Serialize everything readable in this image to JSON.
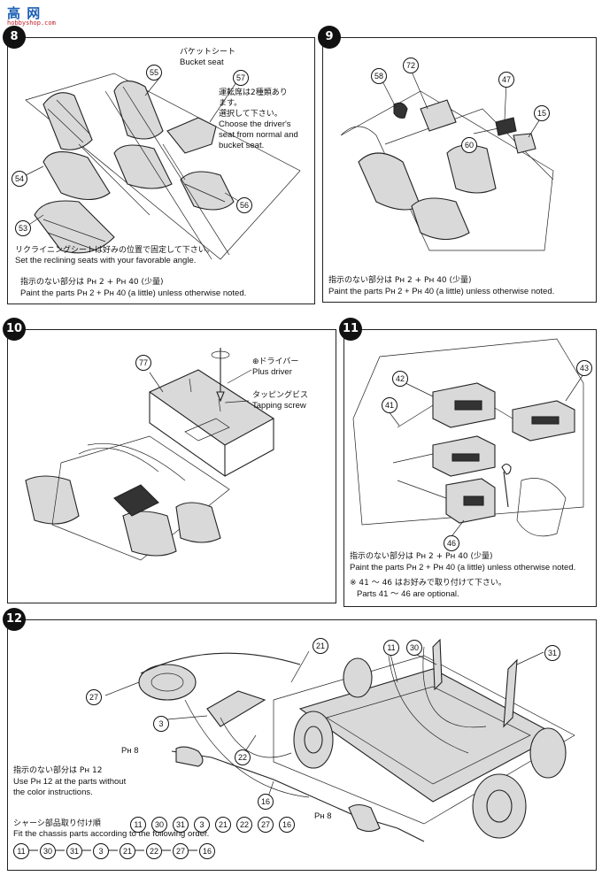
{
  "watermark": {
    "text": "高 网",
    "sub": "hobbyshop.com"
  },
  "panels": {
    "p8": {
      "step": "8",
      "bucket_jp": "バケットシート",
      "bucket_en": "Bucket seat",
      "driver_jp_1": "運転席は2種類あり",
      "driver_jp_2": "ます。",
      "driver_jp_3": "選択して下さい。",
      "driver_en_1": "Choose the driver's",
      "driver_en_2": "seat from normal and",
      "driver_en_3": "bucket seat.",
      "recline_jp": "リクライニングシートは好みの位置で固定して下さい。",
      "recline_en": "Set the reclining seats with your favorable angle.",
      "paint_jp": "指示のない部分は Pн 2 + Pн 40 (少量)",
      "paint_en": "Paint the parts Pн 2 + Pн 40 (a little) unless otherwise noted.",
      "callouts": [
        "55",
        "57",
        "54",
        "53",
        "56"
      ]
    },
    "p9": {
      "step": "9",
      "paint_jp": "指示のない部分は Pн 2 + Pн 40 (少量)",
      "paint_en": "Paint the parts Pн 2 + Pн 40 (a little) unless otherwise noted.",
      "callouts": [
        "58",
        "72",
        "47",
        "15",
        "60"
      ]
    },
    "p10": {
      "step": "10",
      "driver_jp": "⊕ドライバー",
      "driver_en": "Plus driver",
      "screw_jp": "タッピングビス",
      "screw_en": "Tapping screw",
      "callouts": [
        "77"
      ]
    },
    "p11": {
      "step": "11",
      "paint_jp": "指示のない部分は Pн 2 + Pн 40 (少量)",
      "paint_en": "Paint the parts Pн 2 + Pн 40 (a little) unless otherwise noted.",
      "optional_jp": "※ 41 〜 46 はお好みで取り付けて下さい。",
      "optional_en": "Parts 41 〜 46 are optional.",
      "callouts": [
        "42",
        "43",
        "41",
        "46"
      ]
    },
    "p12": {
      "step": "12",
      "paint_jp": "指示のない部分は Pн 12",
      "paint_en_1": "Use Pн 12 at the parts without",
      "paint_en_2": "the color instructions.",
      "order_jp": "シャーシ部品取り付け順",
      "order_en": "Fit the chassis parts according to the following order.",
      "order_seq": [
        "11",
        "30",
        "31",
        "3",
        "21",
        "22",
        "27",
        "16"
      ],
      "order_seq_2": [
        "11",
        "30",
        "31",
        "3",
        "21",
        "22",
        "27",
        "16"
      ],
      "ph8_a": "Pн 8",
      "ph8_b": "Pн 8",
      "callouts": [
        "21",
        "11",
        "30",
        "31",
        "27",
        "3",
        "22",
        "16"
      ]
    }
  }
}
